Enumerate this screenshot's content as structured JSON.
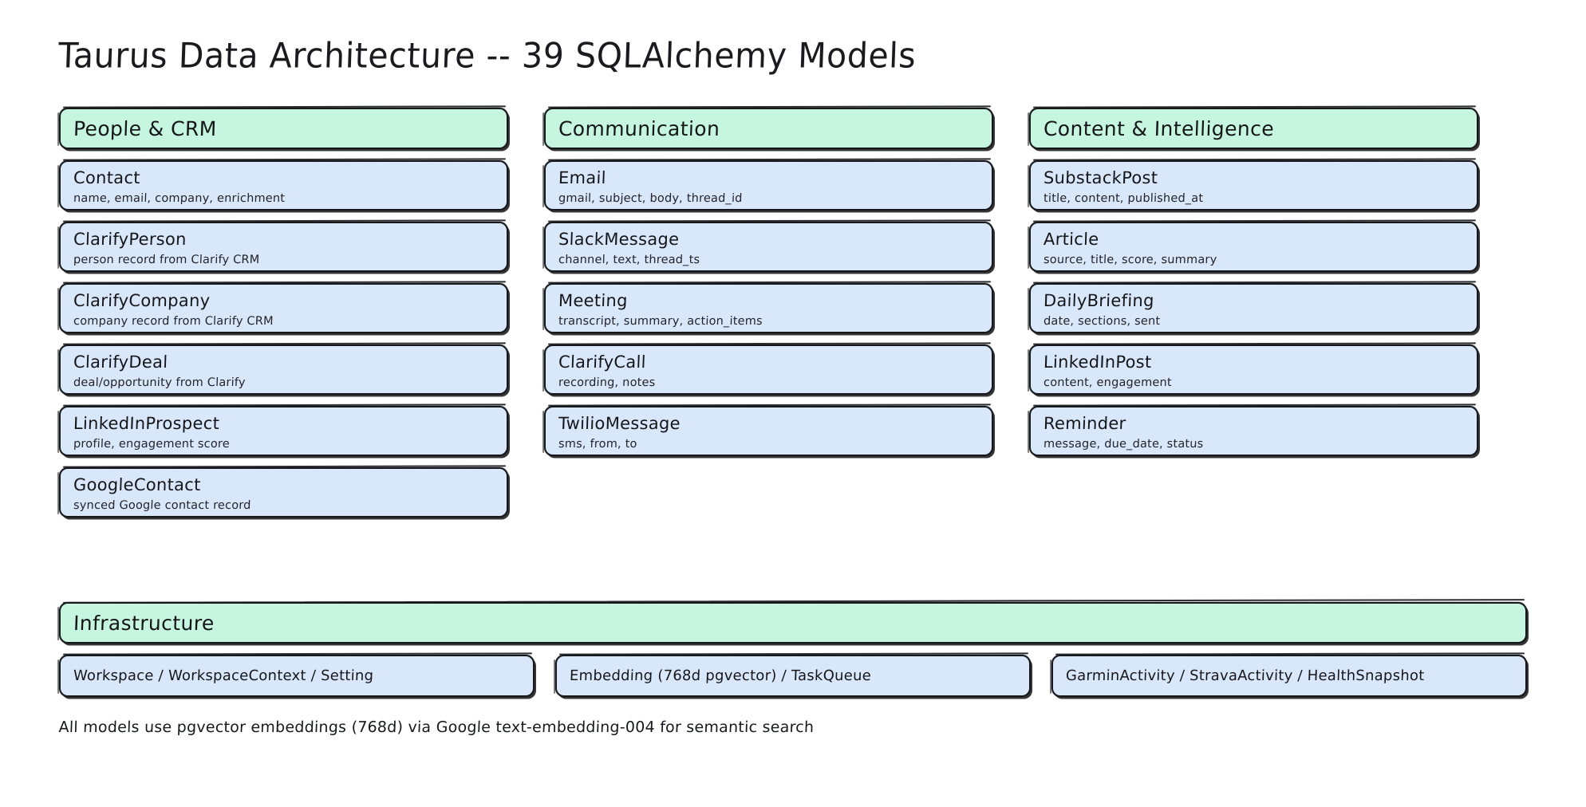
{
  "title": "Taurus Data Architecture -- 39 SQLAlchemy Models",
  "colors": {
    "group_header_bg": "#C6F6E0",
    "card_bg": "#D9E7FB",
    "stroke": "#17181C",
    "page_bg": "#FFFFFF",
    "text": "#15161A"
  },
  "columns": [
    {
      "header": "People & CRM",
      "cards": [
        {
          "title": "Contact",
          "subtitle": "name, email, company, enrichment"
        },
        {
          "title": "ClarifyPerson",
          "subtitle": "person record from Clarify CRM"
        },
        {
          "title": "ClarifyCompany",
          "subtitle": "company record from Clarify CRM"
        },
        {
          "title": "ClarifyDeal",
          "subtitle": "deal/opportunity from Clarify"
        },
        {
          "title": "LinkedInProspect",
          "subtitle": "profile, engagement score"
        },
        {
          "title": "GoogleContact",
          "subtitle": "synced Google contact record"
        }
      ]
    },
    {
      "header": "Communication",
      "cards": [
        {
          "title": "Email",
          "subtitle": "gmail, subject, body, thread_id"
        },
        {
          "title": "SlackMessage",
          "subtitle": "channel, text, thread_ts"
        },
        {
          "title": "Meeting",
          "subtitle": "transcript, summary, action_items"
        },
        {
          "title": "ClarifyCall",
          "subtitle": "recording, notes"
        },
        {
          "title": "TwilioMessage",
          "subtitle": "sms, from, to"
        }
      ]
    },
    {
      "header": "Content & Intelligence",
      "cards": [
        {
          "title": "SubstackPost",
          "subtitle": "title, content, published_at"
        },
        {
          "title": "Article",
          "subtitle": "source, title, score, summary"
        },
        {
          "title": "DailyBriefing",
          "subtitle": "date, sections, sent"
        },
        {
          "title": "LinkedInPost",
          "subtitle": "content, engagement"
        },
        {
          "title": "Reminder",
          "subtitle": "message, due_date, status"
        }
      ]
    }
  ],
  "infrastructure": {
    "header": "Infrastructure",
    "items": [
      "Workspace / WorkspaceContext / Setting",
      "Embedding (768d pgvector) / TaskQueue",
      "GarminActivity / StravaActivity / HealthSnapshot"
    ]
  },
  "footer_note": "All models use pgvector embeddings (768d) via Google text-embedding-004 for semantic search"
}
